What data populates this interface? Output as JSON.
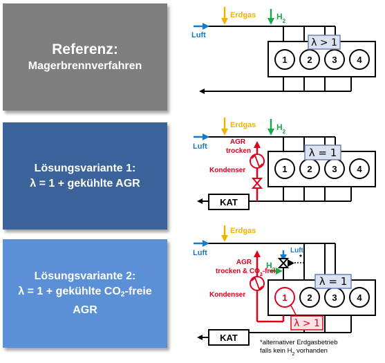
{
  "panels": [
    {
      "title": "Referenz:",
      "subtitle": "Magerbrennverfahren"
    },
    {
      "line1": "Lösungsvariante 1:",
      "line2": "λ = 1 + gekühlte AGR"
    },
    {
      "line1": "Lösungsvariante 2:",
      "line2_pre": "λ = 1 + gekühlte CO",
      "line2_sub": "2",
      "line2_post": "-freie",
      "line3": "AGR"
    }
  ],
  "diagram": {
    "luft": "Luft",
    "erdgas": "Erdgas",
    "h": "H",
    "h_sub": "2",
    "lambda_gt": "λ > 1",
    "lambda_eq": "λ = 1",
    "cylinders": [
      "1",
      "2",
      "3",
      "4"
    ],
    "kat": "KAT",
    "agr": "AGR",
    "trocken": "trocken",
    "trocken_co_pre": "trocken & CO",
    "trocken_co_sub": "2",
    "trocken_co_post": "-frei",
    "kondenser": "Kondenser",
    "star": "*",
    "footnote1": "*alternativer  Erdgasbetrieb",
    "footnote2_pre": "falls kein H",
    "footnote2_sub": "2",
    "footnote2_post": " vorhanden"
  },
  "colors": {
    "ref_panel": "#7f7f7f",
    "var1_panel": "#3b6399",
    "var2_panel": "#5b8fd6",
    "erdgas": "#f2b200",
    "h2": "#1ea84a",
    "luft": "#1a78c9",
    "agr": "#e0001b",
    "lambda_box": "#dbe3f1"
  }
}
